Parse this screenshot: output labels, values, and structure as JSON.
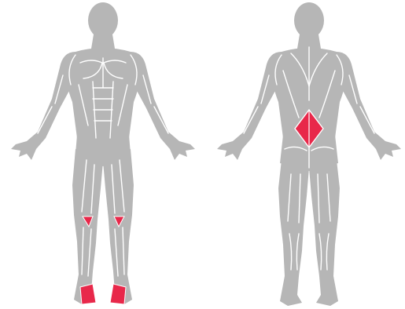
{
  "colors": {
    "body": "#b6b6b6",
    "line": "#ffffff",
    "highlight": "#e8284a",
    "background": "#ffffff"
  },
  "figures": [
    {
      "view": "front",
      "highlighted_muscles": [
        "left-knee",
        "right-knee",
        "left-ankle",
        "right-ankle"
      ]
    },
    {
      "view": "back",
      "highlighted_muscles": [
        "lower-back"
      ]
    }
  ]
}
